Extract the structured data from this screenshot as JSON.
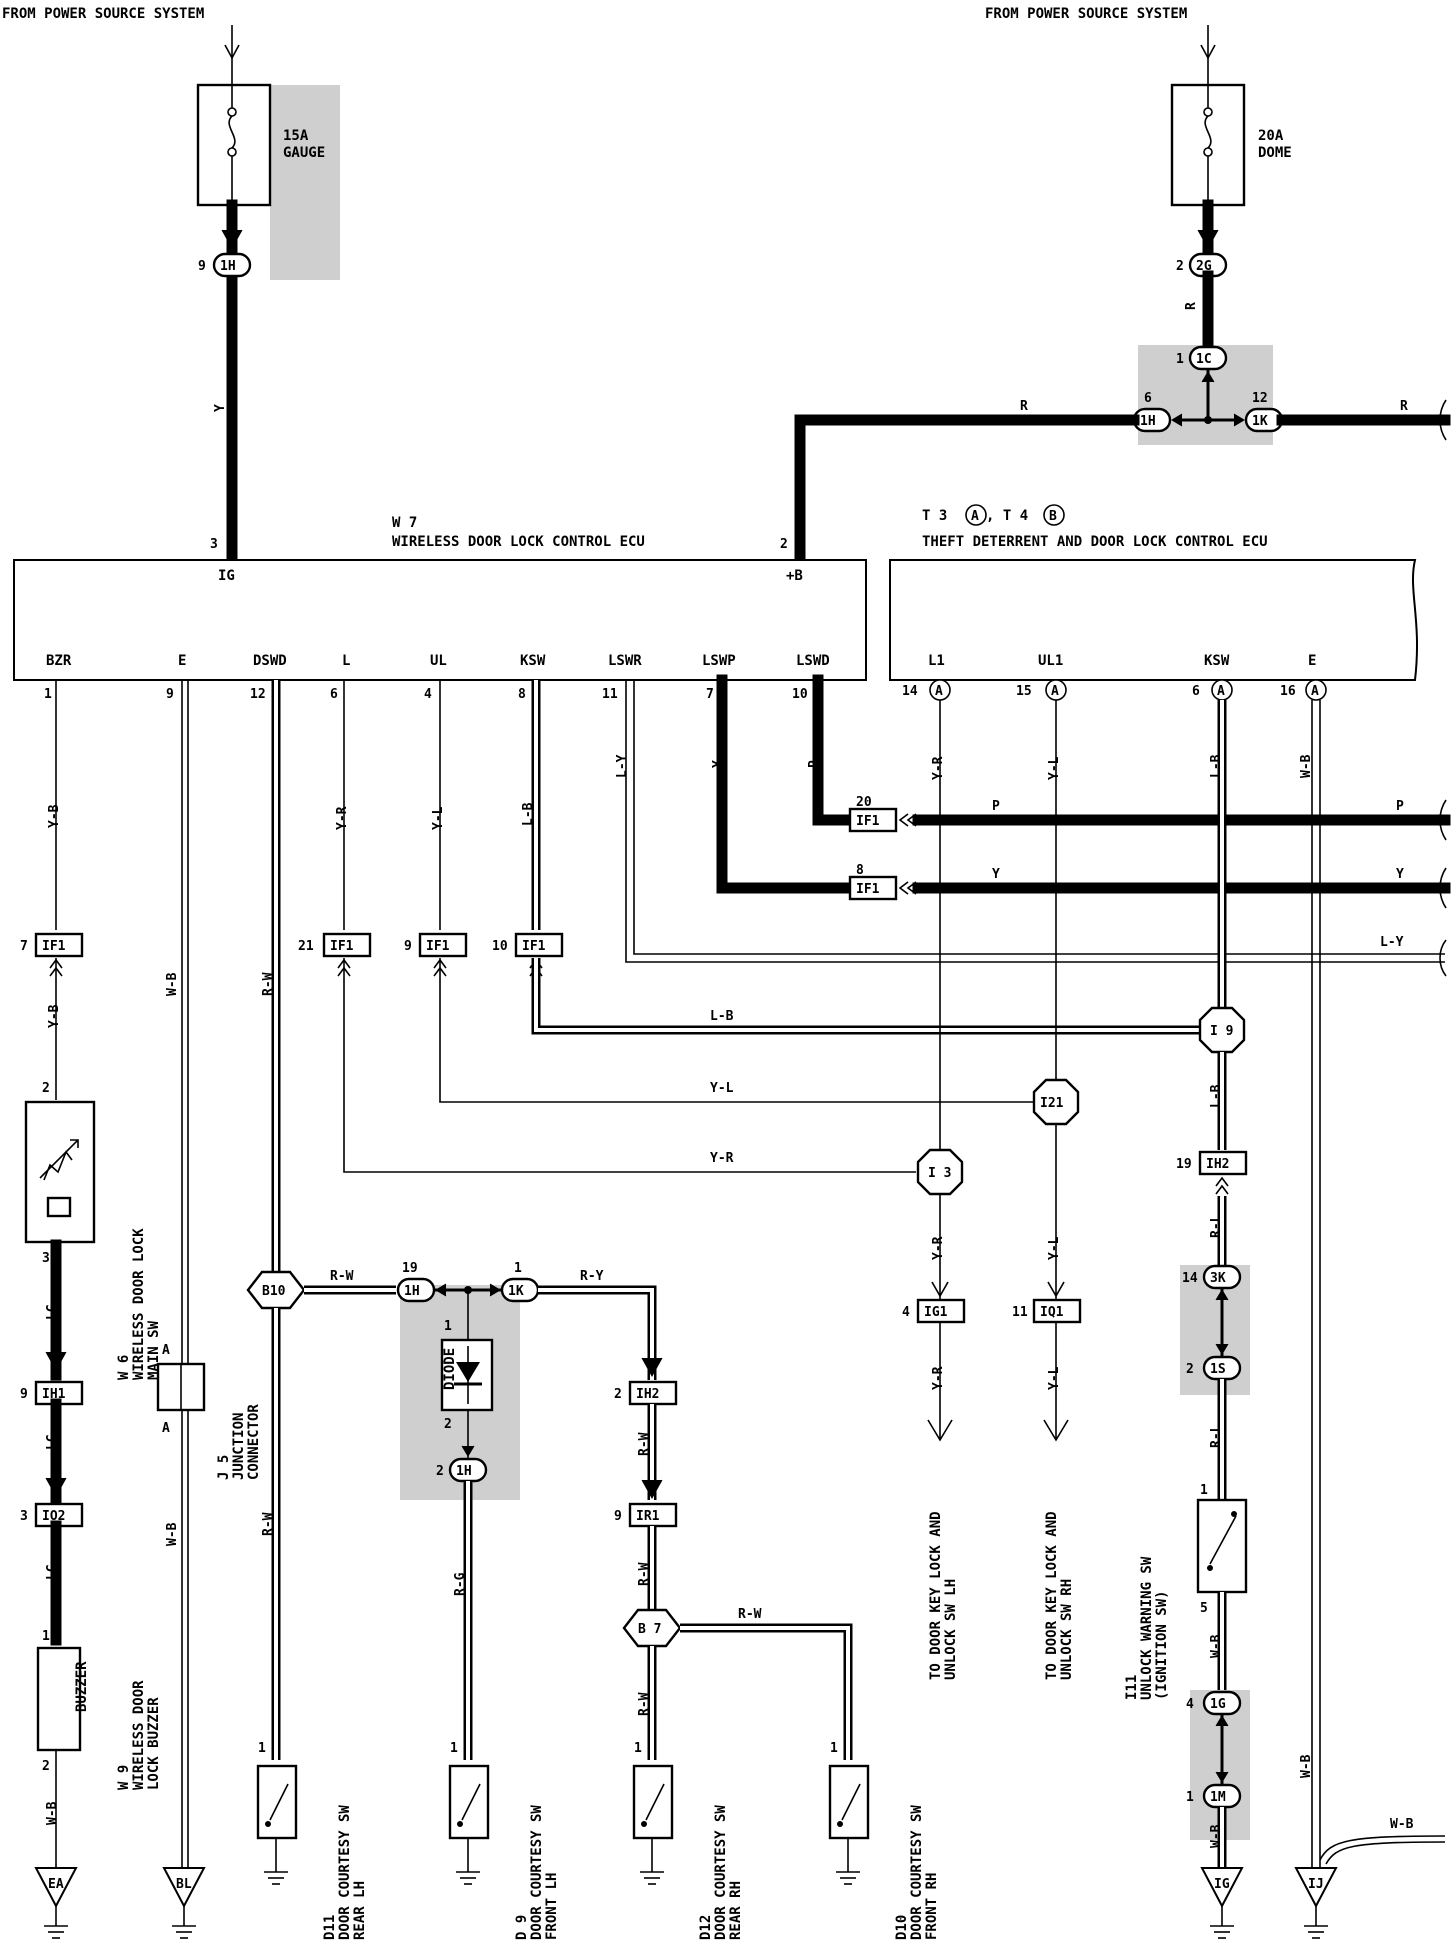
{
  "power": {
    "left_source": "FROM POWER SOURCE SYSTEM",
    "right_source": "FROM POWER SOURCE SYSTEM"
  },
  "fuses": {
    "gauge": {
      "rating": "15A",
      "name": "GAUGE"
    },
    "dome": {
      "rating": "20A",
      "name": "DOME"
    }
  },
  "ecu_w7": {
    "code": "W 7",
    "name": "WIRELESS DOOR LOCK CONTROL ECU",
    "pin_ig": "IG",
    "pin_b": "+B",
    "num_ig": "3",
    "num_b": "2",
    "pins": [
      {
        "label": "BZR",
        "num": "1"
      },
      {
        "label": "E",
        "num": "9"
      },
      {
        "label": "DSWD",
        "num": "12"
      },
      {
        "label": "L",
        "num": "6"
      },
      {
        "label": "UL",
        "num": "4"
      },
      {
        "label": "KSW",
        "num": "8"
      },
      {
        "label": "LSWR",
        "num": "11"
      },
      {
        "label": "LSWP",
        "num": "7"
      },
      {
        "label": "LSWD",
        "num": "10"
      }
    ]
  },
  "ecu_t": {
    "code_a": "T 3",
    "code_b": ", T 4",
    "circ_a": "A",
    "circ_b": "B",
    "name": "THEFT DETERRENT AND DOOR LOCK CONTROL ECU",
    "pins": [
      {
        "label": "L1",
        "num": "14"
      },
      {
        "label": "UL1",
        "num": "15"
      },
      {
        "label": "KSW",
        "num": "6"
      },
      {
        "label": "E",
        "num": "16"
      }
    ]
  },
  "connectors": {
    "c1H_top": "1H",
    "n1H_top": "9",
    "c2G": "2G",
    "n2G": "2",
    "c1C": "1C",
    "n1C": "1",
    "c1H_r": "1H",
    "n1H_r": "6",
    "c1K_r": "1K",
    "n1K_r": "12",
    "IF1": "IF1",
    "n20": "20",
    "n8": "8",
    "n7": "7",
    "n21": "21",
    "n9": "9",
    "n10": "10",
    "IH1": "IH1",
    "nIH1": "9",
    "IO2": "IO2",
    "nIO2": "3",
    "IH2": "IH2",
    "nIH2a": "19",
    "nIH2b": "2",
    "IR1": "IR1",
    "nIR1": "9",
    "IG1": "IG1",
    "nIG1": "4",
    "IQ1": "IQ1",
    "nIQ1": "11",
    "c1H_mid": "1H",
    "n1H_mid": "19",
    "c1K_mid": "1K",
    "n1K_mid": "1",
    "c1H_diode": "1H",
    "n1H_diode": "2",
    "c3K": "3K",
    "n3K": "14",
    "c1S": "1S",
    "n1S": "2",
    "c1G": "1G",
    "n1G": "4",
    "c1M": "1M",
    "n1M": "1"
  },
  "junctions": {
    "I9": "I 9",
    "I21": "I21",
    "I3": "I 3",
    "B10": "B10",
    "B7": "B 7"
  },
  "wire_colors": {
    "y": "Y",
    "r": "R",
    "p": "P",
    "ly": "L-Y",
    "yb": "Y-B",
    "wb": "W-B",
    "rw": "R-W",
    "yr": "Y-R",
    "yl": "Y-L",
    "lb": "L-B",
    "lg": "LG",
    "rg": "R-G",
    "ry": "R-Y",
    "rl": "R-L"
  },
  "components": {
    "w6": {
      "code": "W 6",
      "line1": "WIRELESS DOOR LOCK",
      "line2": "MAIN SW",
      "pin_top": "2",
      "pin_bot": "3"
    },
    "j5": {
      "code": "J 5",
      "line1": "JUNCTION",
      "line2": "CONNECTOR",
      "pin": "A"
    },
    "w9": {
      "code": "W 9",
      "line1": "WIRELESS DOOR",
      "line2": "LOCK BUZZER",
      "body": "BUZZER",
      "pin_top": "1",
      "pin_bot": "2"
    },
    "diode": {
      "body": "DIODE",
      "pin_top": "1",
      "pin_bot": "2"
    },
    "d11": {
      "code": "D11",
      "line1": "DOOR COURTESY SW",
      "line2": "REAR LH",
      "pin": "1"
    },
    "d9": {
      "code": "D 9",
      "line1": "DOOR COURTESY SW",
      "line2": "FRONT LH",
      "pin": "1"
    },
    "d12": {
      "code": "D12",
      "line1": "DOOR COURTESY SW",
      "line2": "REAR RH",
      "pin": "1"
    },
    "d10": {
      "code": "D10",
      "line1": "DOOR COURTESY SW",
      "line2": "FRONT RH",
      "pin": "1"
    },
    "i11": {
      "code": "I11",
      "line1": "UNLOCK WARNING SW",
      "line2": "(IGNITION SW)",
      "pin_top": "1",
      "pin_bot": "5"
    },
    "to_lh": {
      "line1": "TO DOOR KEY LOCK AND",
      "line2": "UNLOCK SW LH"
    },
    "to_rh": {
      "line1": "TO DOOR KEY LOCK AND",
      "line2": "UNLOCK SW RH"
    }
  },
  "grounds": {
    "ea": "EA",
    "bl": "BL",
    "ig": "IG",
    "ij": "IJ"
  }
}
